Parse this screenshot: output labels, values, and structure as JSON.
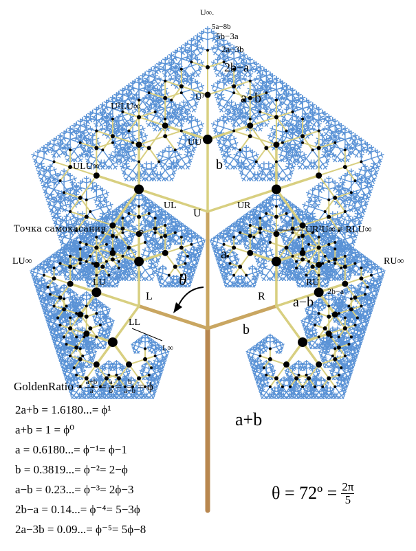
{
  "labels": {
    "u_inf": "U∞.",
    "c1": "5a−8b",
    "c2": "5b−3a",
    "c3": "2a−3b",
    "c4": "2b−a",
    "u3": "U³",
    "amb_top": "a−b",
    "u2lu": "U²LU∞",
    "uu": "UU",
    "b_top": "b",
    "ulu": "ULU∞",
    "ul": "UL",
    "ur": "UR",
    "u": "U",
    "self_contact": "Точка самокасания",
    "ur2u": "UR²U∞ = RLU∞",
    "a_label": "a",
    "lu_inf": "LU∞",
    "lu": "LU",
    "l": "L",
    "theta_sym": "θ",
    "r": "R",
    "ru": "RU",
    "ru_inf": "RU∞",
    "tba_right": "2b−a",
    "amb_right": "a−b",
    "ll": "LL",
    "b_right": "b",
    "l_inf": "L∞",
    "apb": "a+b"
  },
  "golden": {
    "prefix": "GoldenRatio =",
    "f1_num": "a+b",
    "f1_den": "a",
    "f2_num": "a",
    "f2_den": "b",
    "f3_num": "b",
    "f3_den": "a−b",
    "eq": "=",
    "phi": "= ϕ"
  },
  "formulas": [
    "2a+b = 1.6180...= ϕ¹",
    "a+b = 1 = ϕ⁰",
    "a = 0.6180...= ϕ⁻¹= ϕ−1",
    "b = 0.3819...= ϕ⁻²= 2−ϕ",
    "a−b = 0.23...= ϕ⁻³= 2ϕ−3",
    "2b−a = 0.14...= ϕ⁻⁴= 5−3ϕ",
    "2a−3b = 0.09...= ϕ⁻⁵= 5ϕ−8"
  ],
  "theta_eq": {
    "lhs": "θ = 72º =",
    "num": "2π",
    "den": "5"
  },
  "colors": {
    "trunk": "#b8874f",
    "mid_branch": "#c9a661",
    "branch": "#d8cf80",
    "leaf": "#5b93d6",
    "node": "#000000"
  }
}
